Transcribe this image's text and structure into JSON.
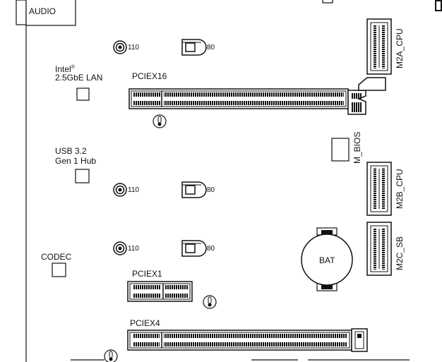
{
  "labels": {
    "audio": "AUDIO",
    "intel": "Intel",
    "intel_mark": "®",
    "lan": "2.5GbE LAN",
    "pciex16": "PCIEX16",
    "usb_line1": "USB 3.2",
    "usb_line2": "Gen 1 Hub",
    "codec": "CODEC",
    "pciex1": "PCIEX1",
    "pciex4": "PCIEX4",
    "m_bios": "M_BIOS",
    "m2a": "M2A_CPU",
    "m2b": "M2B_CPU",
    "m2c": "M2C_SB",
    "bat": "BAT"
  },
  "mounts": [
    {
      "id": "r1",
      "type": "standoff",
      "label": "110"
    },
    {
      "id": "r1b",
      "type": "clip",
      "label": "80"
    },
    {
      "id": "r2",
      "type": "standoff",
      "label": "110"
    },
    {
      "id": "r2b",
      "type": "clip",
      "label": "80"
    },
    {
      "id": "r3",
      "type": "standoff",
      "label": "110"
    },
    {
      "id": "r3b",
      "type": "clip",
      "label": "80"
    }
  ],
  "icons": {
    "thermal": "thermometer-icon",
    "standoff": "standoff-icon",
    "clip": "m2-clip-icon"
  }
}
